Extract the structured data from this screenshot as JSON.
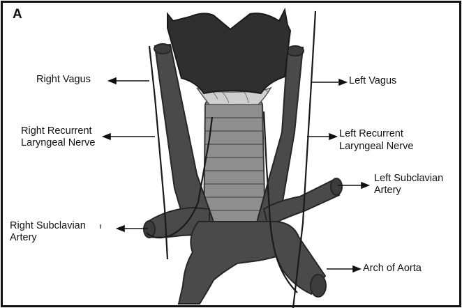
{
  "panel_letter": "A",
  "labels": {
    "right_vagus": "Right Vagus",
    "left_vagus": "Left Vagus",
    "right_recurrent_1": "Right Recurrent",
    "right_recurrent_2": "Laryngeal Nerve",
    "left_recurrent_1": "Left Recurrent",
    "left_recurrent_2": "Laryngeal Nerve",
    "left_subclavian_1": "Left Subclavian",
    "left_subclavian_2": "Artery",
    "right_subclavian_1": "Right Subclavian",
    "right_subclavian_2": "Artery",
    "arch_of_aorta": "Arch of Aorta"
  },
  "colors": {
    "vessel": "#4a4a4a",
    "larynx": "#2f2f2f",
    "trachea": "#8f8f8f",
    "nerve": "#1a1a1a",
    "border": "#111111"
  }
}
